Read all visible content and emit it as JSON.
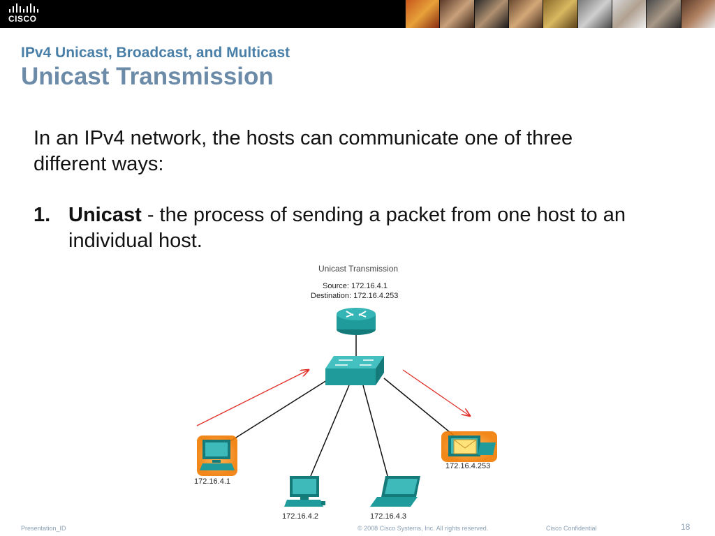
{
  "header": {
    "logo_text": "CISCO"
  },
  "title": {
    "subtitle": "IPv4 Unicast, Broadcast, and Multicast",
    "main": "Unicast Transmission"
  },
  "body": {
    "intro": "In an IPv4 network, the hosts can communicate one of three different ways:",
    "item_number": "1.",
    "item_term": "Unicast",
    "item_text": " - the process of sending a packet from one host to an individual host."
  },
  "diagram": {
    "title": "Unicast Transmission",
    "source": "Source: 172.16.4.1",
    "destination": "Destination: 172.16.4.253",
    "hosts": {
      "host1": "172.16.4.1",
      "host2": "172.16.4.2",
      "host3": "172.16.4.3",
      "host4": "172.16.4.253"
    },
    "colors": {
      "device": "#1f9b9b",
      "highlight": "#f07a00",
      "arrow": "#e0302a",
      "link": "#111111"
    }
  },
  "footer": {
    "presentation_id": "Presentation_ID",
    "copyright": "© 2008 Cisco Systems, Inc. All rights reserved.",
    "confidential": "Cisco Confidential",
    "page": "18"
  }
}
